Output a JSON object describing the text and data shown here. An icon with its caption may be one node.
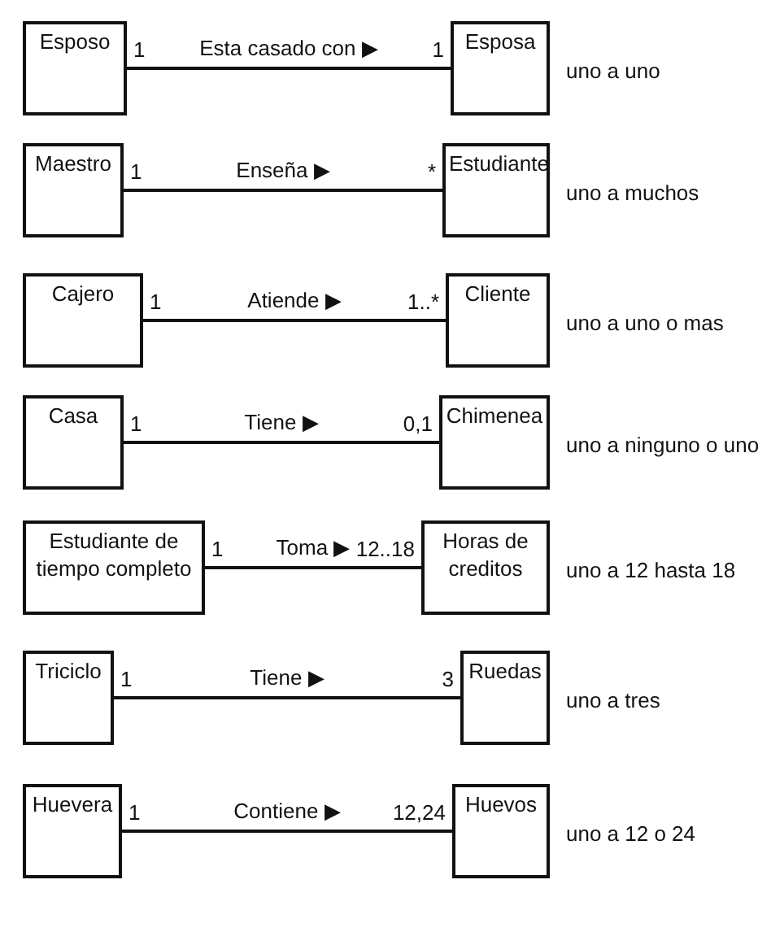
{
  "diagram": {
    "nodes": [
      {
        "text": [
          "Esposo"
        ]
      },
      {
        "text": [
          "Esposa"
        ]
      },
      {
        "text": [
          "Maestro"
        ]
      },
      {
        "text": [
          "Estudiante"
        ]
      },
      {
        "text": [
          "Cajero"
        ]
      },
      {
        "text": [
          "Cliente"
        ]
      },
      {
        "text": [
          "Casa"
        ]
      },
      {
        "text": [
          "Chimenea"
        ]
      },
      {
        "text": [
          "Estudiante de tiempo completo"
        ]
      },
      {
        "text": [
          "Horas de creditos"
        ]
      },
      {
        "text": [
          "Triciclo"
        ]
      },
      {
        "text": [
          "Ruedas"
        ]
      },
      {
        "text": [
          "Huevera"
        ]
      },
      {
        "text": [
          "Huevos"
        ]
      }
    ],
    "edges": [
      {
        "from": 0,
        "to": 1,
        "arrow": "none",
        "label": "Esta casado con ▶"
      },
      {
        "from": 2,
        "to": 3,
        "arrow": "none",
        "label": "Enseña ▶"
      },
      {
        "from": 4,
        "to": 5,
        "arrow": "none",
        "label": "Atiende ▶"
      },
      {
        "from": 6,
        "to": 7,
        "arrow": "none",
        "label": "Tiene ▶"
      },
      {
        "from": 8,
        "to": 9,
        "arrow": "none",
        "label": "Toma ▶"
      },
      {
        "from": 10,
        "to": 11,
        "arrow": "none",
        "label": "Tiene ▶"
      },
      {
        "from": 12,
        "to": 13,
        "arrow": "none",
        "label": "Contiene ▶"
      }
    ],
    "labels": [
      "1",
      "1",
      "uno a uno",
      "1",
      "*",
      "uno a muchos",
      "1",
      "1..*",
      "uno a uno o mas",
      "1",
      "0,1",
      "uno a ninguno o uno",
      "1",
      "12..18",
      "uno a 12 hasta 18",
      "1",
      "3",
      "uno a tres",
      "1",
      "12,24",
      "uno a 12 o 24"
    ]
  }
}
